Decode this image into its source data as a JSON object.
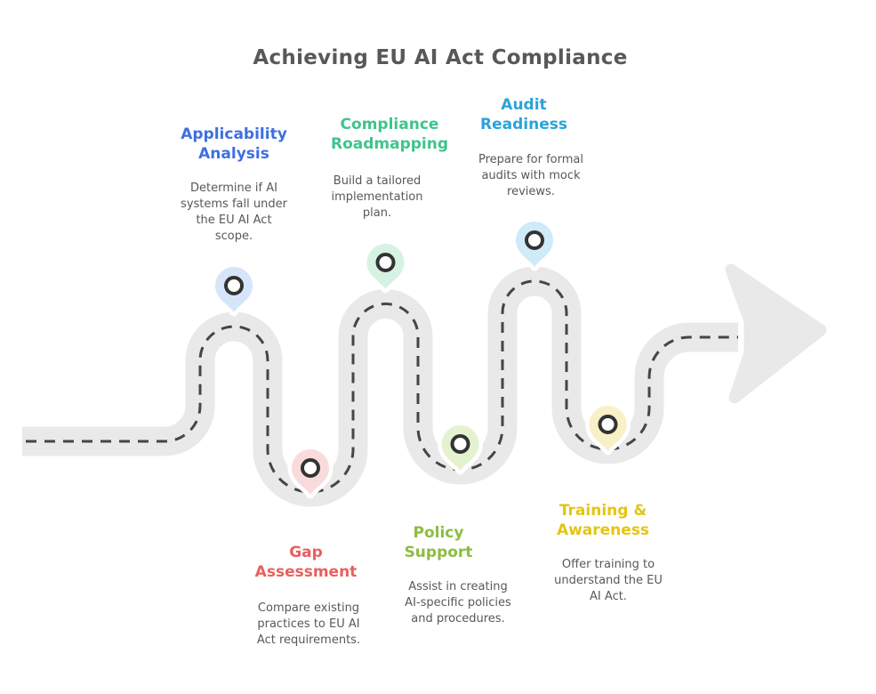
{
  "title": {
    "text": "Achieving EU AI Act Compliance",
    "color": "#58585a"
  },
  "road": {
    "color": "#e9e9e9",
    "casing_color": "#ffffff",
    "dash_color": "#454545"
  },
  "colors": {
    "pin_ring": "#333333",
    "body_text": "#57585a"
  },
  "milestones": [
    {
      "id": "applicability-analysis",
      "title": "Applicability\nAnalysis",
      "title_color": "#3e6fe2",
      "description": "Determine if AI\nsystems fall under\nthe EU AI Act\nscope.",
      "pin_color": "#d6e5f9"
    },
    {
      "id": "compliance-roadmapping",
      "title": "Compliance\nRoadmapping",
      "title_color": "#3ec48d",
      "description": "Build a tailored\nimplementation\nplan.",
      "pin_color": "#d5f3e3"
    },
    {
      "id": "audit-readiness",
      "title": "Audit\nReadiness",
      "title_color": "#2aa3da",
      "description": "Prepare for formal\naudits with mock\nreviews.",
      "pin_color": "#cfeaf9"
    },
    {
      "id": "gap-assessment",
      "title": "Gap\nAssessment",
      "title_color": "#e95f5f",
      "description": "Compare existing\npractices to EU AI\nAct requirements.",
      "pin_color": "#fadbdb"
    },
    {
      "id": "policy-support",
      "title": "Policy\nSupport",
      "title_color": "#8cbd40",
      "description": "Assist in creating\nAI-specific policies\nand procedures.",
      "pin_color": "#e4f2d0"
    },
    {
      "id": "training-awareness",
      "title": "Training &\nAwareness",
      "title_color": "#e3c514",
      "description": "Offer training to\nunderstand the EU\nAI Act.",
      "pin_color": "#f8f0c6"
    }
  ]
}
